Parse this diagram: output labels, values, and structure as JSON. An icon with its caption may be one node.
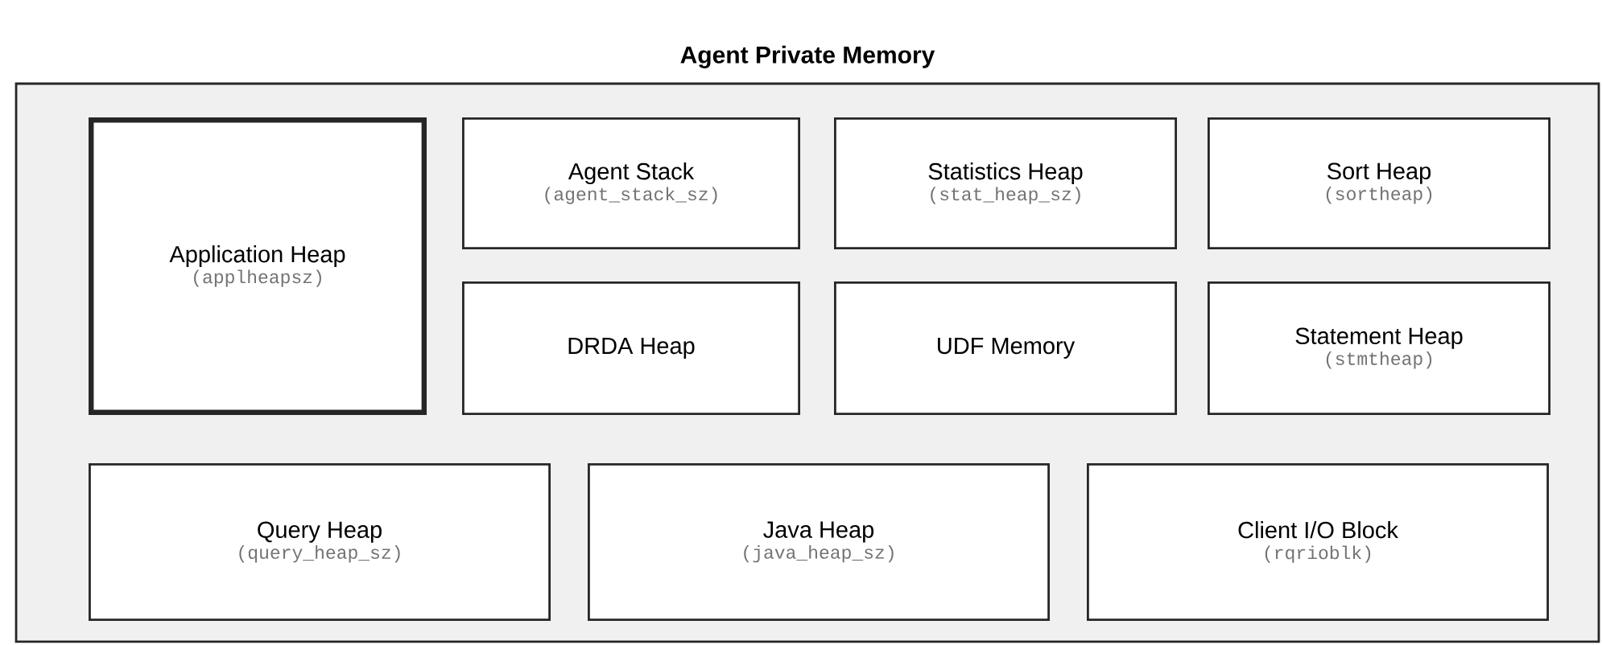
{
  "diagram": {
    "nodes": [
      {
        "text": [
          "Agent Private Memory"
        ]
      },
      {
        "text": [
          "Application Heap",
          "(applheapsz)"
        ],
        "in": 0
      },
      {
        "text": [
          "Agent Stack",
          "(agent_stack_sz)"
        ],
        "in": 0
      },
      {
        "text": [
          "Statistics Heap",
          "(stat_heap_sz)"
        ],
        "in": 0
      },
      {
        "text": [
          "Sort Heap",
          "(sortheap)"
        ],
        "in": 0
      },
      {
        "text": [
          "DRDA Heap"
        ],
        "in": 0
      },
      {
        "text": [
          "UDF Memory"
        ],
        "in": 0
      },
      {
        "text": [
          "Statement Heap",
          "(stmtheap)"
        ],
        "in": 0
      },
      {
        "text": [
          "Query Heap",
          "(query_heap_sz)"
        ],
        "in": 0
      },
      {
        "text": [
          "Java Heap",
          "(java_heap_sz)"
        ],
        "in": 0
      },
      {
        "text": [
          "Client I/O Block",
          "(rqrioblk)"
        ],
        "in": 0
      }
    ]
  }
}
